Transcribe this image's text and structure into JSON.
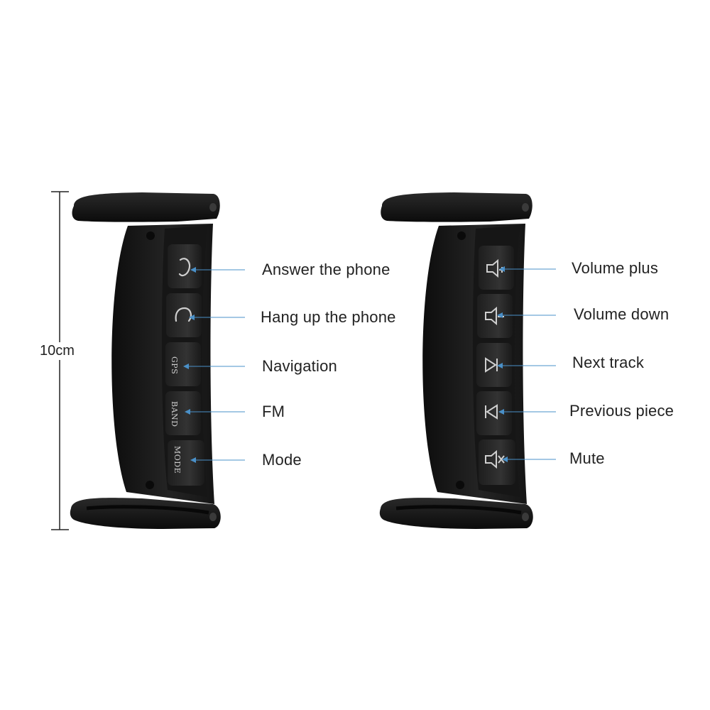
{
  "dimension": {
    "label": "10cm"
  },
  "left_remote": {
    "buttons": [
      {
        "icon": "phone-answer-icon",
        "label": ""
      },
      {
        "icon": "phone-hangup-icon",
        "label": ""
      },
      {
        "icon": "",
        "label": "GPS"
      },
      {
        "icon": "",
        "label": "BAND"
      },
      {
        "icon": "",
        "label": "MODE"
      }
    ],
    "callouts": [
      "Answer the phone",
      "Hang up the phone",
      "Navigation",
      "FM",
      "Mode"
    ]
  },
  "right_remote": {
    "buttons": [
      {
        "icon": "volume-plus-icon"
      },
      {
        "icon": "volume-down-icon"
      },
      {
        "icon": "next-track-icon"
      },
      {
        "icon": "previous-track-icon"
      },
      {
        "icon": "mute-icon"
      }
    ],
    "callouts": [
      "Volume plus",
      "Volume down",
      "Next track",
      "Previous piece",
      "Mute"
    ]
  },
  "colors": {
    "body": "#1b1b1b",
    "button": "#2a2a2a",
    "leader_line": "#4a90c8",
    "icon": "#d0d0d0"
  }
}
